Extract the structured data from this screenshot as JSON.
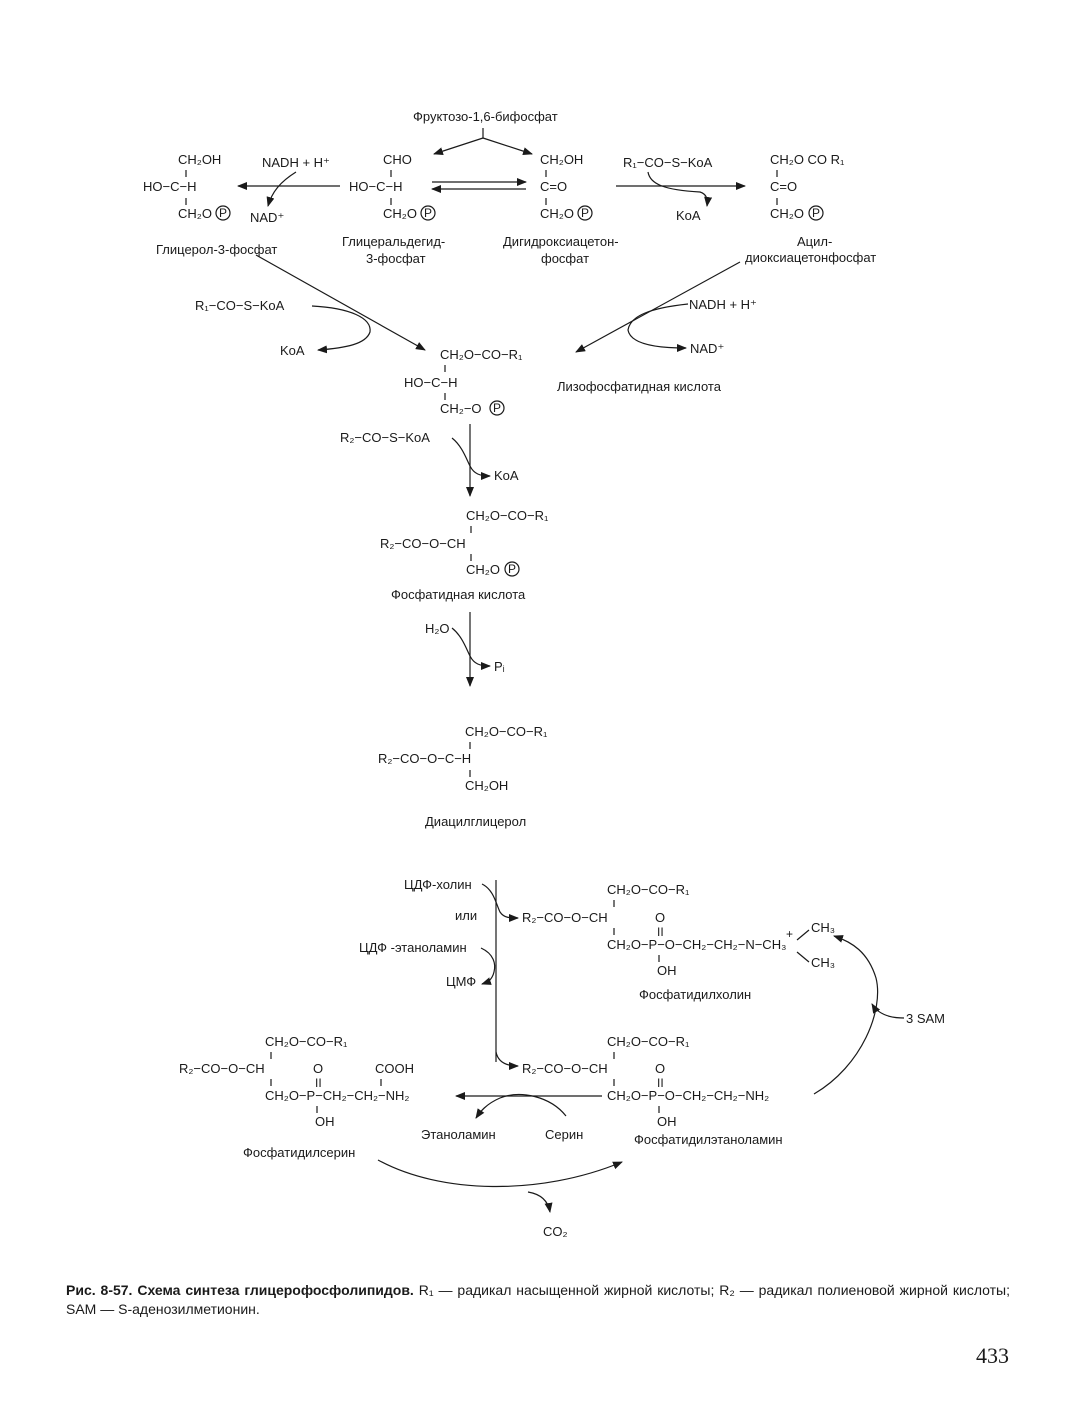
{
  "figure": {
    "fructose": "Фруктозо-1,6-бифосфат",
    "cho": "CHO",
    "ho_c_h": "HO−C−H",
    "ch2op": "CH₂O",
    "ch2oh": "CH₂OH",
    "c_eq_o": "C=O",
    "nadh": "NADH + H⁺",
    "nad": "NAD⁺",
    "r1coskoa": "R₁−CO−S−KoA",
    "koa": "KoA",
    "ch2o_co_r1_sp": "CH₂O  CO  R₁",
    "ch2o_co_r1": "CH₂O−CO−R₁",
    "ch2_op": "CH₂−O",
    "p": "P",
    "glycerol3p": "Глицерол-3-фосфат",
    "gald_1": "Глицеральдегид-",
    "gald_2": "3-фосфат",
    "dhap_1": "Дигидроксиацетон-",
    "dhap_2": "фосфат",
    "acyl_1": "Ацил-",
    "acyl_2": "диоксиацетонфосфат",
    "lysopa": "Лизофосфатидная кислота",
    "r2coskoa": "R₂−CO−S−KoA",
    "r2_co_o_ch": "R₂−CO−O−CH",
    "r2_co_o_c_h": "R₂−CO−O−C−H",
    "pa": "Фосфатидная кислота",
    "h2o": "H₂O",
    "pi": "Pᵢ",
    "dag": "Диацилглицерол",
    "cdp_choline": "ЦДФ-холин",
    "or": "или",
    "cdp_ethanolamine": "ЦДФ -этаноламин",
    "cmp": "ЦМФ",
    "o": "O",
    "dbl": "II",
    "oh": "OH",
    "ch3": "CH₃",
    "plus": "+",
    "pc_chain": "CH₂O−P−O−CH₂−CH₂−N−CH₃",
    "pc": "Фосфатидилхолин",
    "sam": "3 SAM",
    "pe_chain": "CH₂O−P−O−CH₂−CH₂−NH₂",
    "pe": "Фосфатидилэтаноламин",
    "cooh": "COOH",
    "ps_chain": "CH₂O−P−CH₂−CH₂−NH₂",
    "ps": "Фосфатидилсерин",
    "ethanolamine": "Этаноламин",
    "serine": "Серин",
    "co2": "CO₂"
  },
  "caption": {
    "bold": "Рис. 8-57. Схема синтеза глицерофосфолипидов.",
    "text": " R₁ — радикал насыщенной жирной кислоты; R₂ — радикал полиеновой жирной кислоты; SAM — S-аденозилметионин."
  },
  "page_number": "433"
}
